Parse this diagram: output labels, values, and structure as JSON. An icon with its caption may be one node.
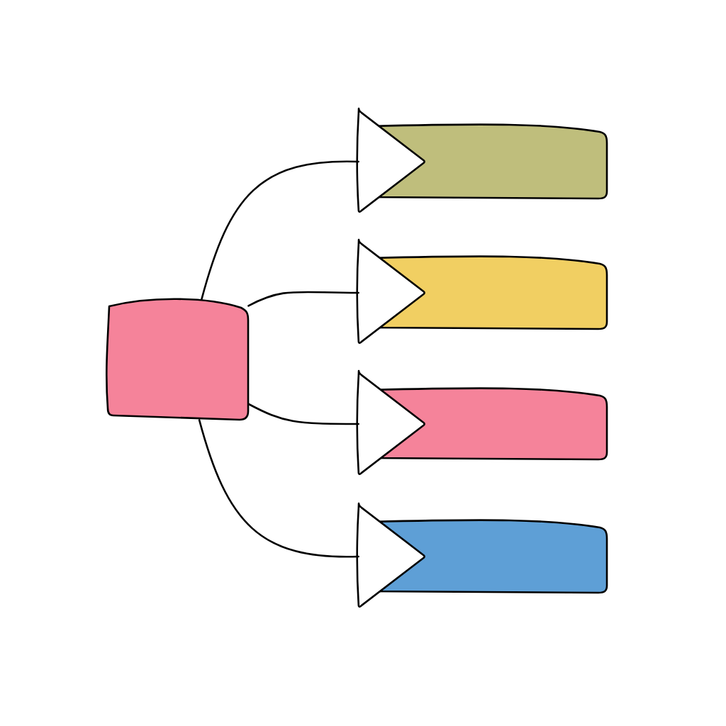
{
  "diagram": {
    "nodes": [
      {
        "text": [],
        "shape": "box"
      },
      {
        "text": [],
        "shape": "bar"
      },
      {
        "text": [],
        "shape": "bar"
      },
      {
        "text": [],
        "shape": "bar"
      },
      {
        "text": [],
        "shape": "bar"
      }
    ],
    "edges": [
      {
        "from": 0,
        "to": 1,
        "arrow": "none"
      },
      {
        "from": 0,
        "to": 2,
        "arrow": "none"
      },
      {
        "from": 0,
        "to": 3,
        "arrow": "none"
      },
      {
        "from": 0,
        "to": 4,
        "arrow": "none"
      }
    ]
  }
}
